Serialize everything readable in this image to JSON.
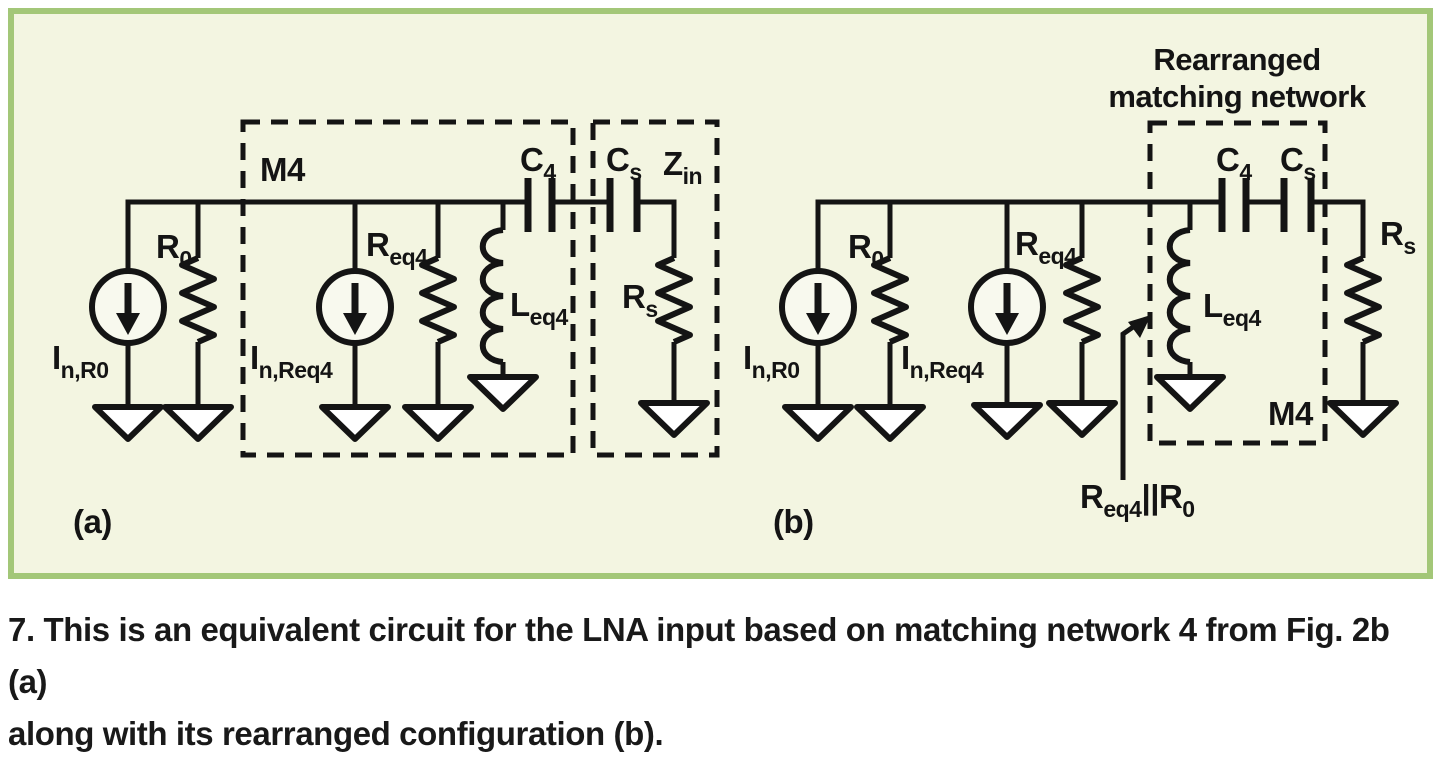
{
  "colors": {
    "panel_bg": "#f3f5e1",
    "panel_border": "#a3c778",
    "ink": "#141414"
  },
  "caption": {
    "line1": "7. This is an equivalent circuit for the LNA input based on matching network 4 from Fig. 2b (a)",
    "line2": "along with its rearranged configuration (b)."
  },
  "circuit_a": {
    "box_m4_label": "M4",
    "tag": "(a)",
    "labels": {
      "in_r0": {
        "p1": "I",
        "s1": "n,R0"
      },
      "r0": {
        "p1": "R",
        "s1": "0"
      },
      "in_req4": {
        "p1": "I",
        "s1": "n,Req4"
      },
      "req4": {
        "p1": "R",
        "s1": "eq4"
      },
      "leq4": {
        "p1": "L",
        "s1": "eq4"
      },
      "c4": {
        "p1": "C",
        "s1": "4"
      },
      "cs": {
        "p1": "C",
        "s1": "s"
      },
      "zin": {
        "p1": "Z",
        "s1": "in"
      },
      "rs": {
        "p1": "R",
        "s1": "s"
      }
    }
  },
  "circuit_b": {
    "header_line1": "Rearranged",
    "header_line2": "matching network",
    "box_m4_label": "M4",
    "tag": "(b)",
    "labels": {
      "in_r0": {
        "p1": "I",
        "s1": "n,R0"
      },
      "r0": {
        "p1": "R",
        "s1": "0"
      },
      "in_req4": {
        "p1": "I",
        "s1": "n,Req4"
      },
      "req4": {
        "p1": "R",
        "s1": "eq4"
      },
      "leq4": {
        "p1": "L",
        "s1": "eq4"
      },
      "c4": {
        "p1": "C",
        "s1": "4"
      },
      "cs": {
        "p1": "C",
        "s1": "s"
      },
      "rs": {
        "p1": "R",
        "s1": "s"
      },
      "parallel": {
        "p1": "R",
        "s1": "eq4",
        "p2": "||R",
        "s2": "0"
      }
    }
  }
}
